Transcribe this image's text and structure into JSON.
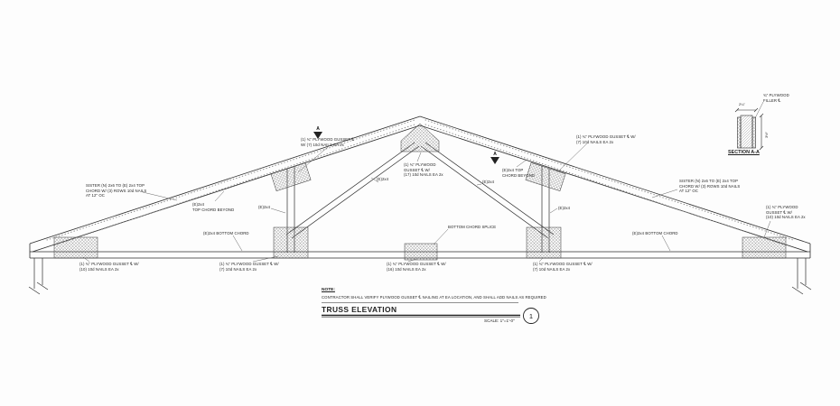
{
  "drawing": {
    "note_label": "NOTE:",
    "note_text": "CONTRACTOR SHALL VERIFY PLYWOOD GUSSET ℄ NAILING AT EA LOCATION, AND SHALL ADD NAILS AS REQUIRED",
    "title": "TRUSS ELEVATION",
    "scale_label": "SCALE: 1\"=1'-0\"",
    "detail_number": "1"
  },
  "markers": {
    "section_letter": "A"
  },
  "section_detail": {
    "title": "SECTION A-A",
    "filler_lines": [
      "¾\" PLYWOOD",
      "FILLER ℄"
    ],
    "dim_width": "2¼\"",
    "dim_height": "3½\""
  },
  "annotations": {
    "sister_left": {
      "lines": [
        "SISTER (N) 2x6 TO (E) 2x4 TOP",
        "CHORD W/ (3) ROWS 10d NAILS",
        "AT 12\" OC"
      ]
    },
    "sister_right": {
      "lines": [
        "SISTER (N) 2x6 TO (E) 2x4 TOP",
        "CHORD W/ (3) ROWS 10d NAILS",
        "AT 12\" OC"
      ]
    },
    "peak_gusset": {
      "lines": [
        "(1) ¾\" PLYWOOD",
        "GUSSET ℄ W/",
        "(17) 10d NAILS EA 2x"
      ]
    },
    "upper_left_gusset": {
      "lines": [
        "(1) ¾\" PLYWOOD GUSSET ℄",
        "W/ (7) 10d NAILS EA 2x"
      ]
    },
    "upper_right_gusset": {
      "lines": [
        "(1) ¾\" PLYWOOD GUSSET ℄ W/",
        "(7) 10d NAILS EA 2x"
      ]
    },
    "tc_beyond_left": {
      "lines": [
        "(E)2x4",
        "TOP CHORD BEYOND"
      ]
    },
    "tc_beyond_right": {
      "lines": [
        "(E)2x4 TOP",
        "CHORD BEYOND"
      ]
    },
    "member_left_vert": "(E)2x4",
    "member_left_diag": "(E)2x4",
    "member_right_diag": "(E)2x4",
    "member_right_vert": "(E)2x4",
    "bottom_chord_left": "(E)2x4 BOTTOM CHORD",
    "bottom_chord_right": "(E)2x4 BOTTOM CHORD",
    "splice_label": "BOTTOM CHORD SPLICE",
    "eave_left_gusset": {
      "lines": [
        "(1) ¾\" PLYWOOD GUSSET ℄ W/",
        "(10) 10d NAILS EA 2x"
      ]
    },
    "queen_left_gusset": {
      "lines": [
        "(1) ¾\" PLYWOOD GUSSET ℄ W/",
        "(7) 10d NAILS EA 2x"
      ]
    },
    "splice_gusset": {
      "lines": [
        "(1) ¾\" PLYWOOD GUSSET ℄ W/",
        "(16) 10d NAILS EA 2x"
      ]
    },
    "queen_right_gusset": {
      "lines": [
        "(1) ¾\" PLYWOOD GUSSET ℄ W/",
        "(7) 10d NAILS EA 2x"
      ]
    },
    "eave_right_gusset": {
      "lines": [
        "(1) ¾\" PLYWOOD",
        "GUSSET ℄ W/",
        "(10) 10d NAILS EA 2x"
      ]
    }
  }
}
